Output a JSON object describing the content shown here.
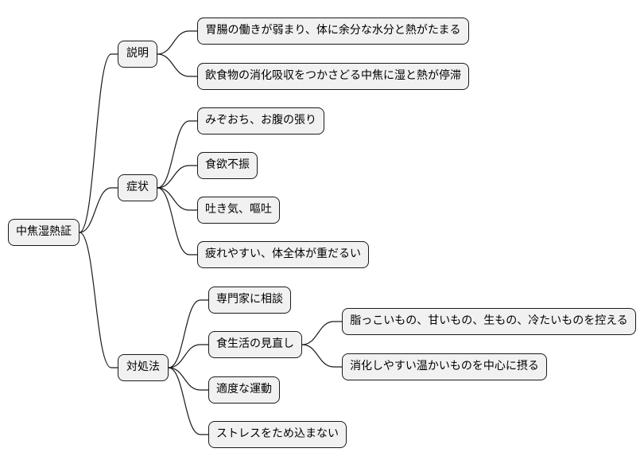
{
  "mindmap": {
    "root": "中焦湿熱証",
    "branches": [
      {
        "label": "説明",
        "children": [
          "胃腸の働きが弱まり、体に余分な水分と熱がたまる",
          "飲食物の消化吸収をつかさどる中焦に湿と熱が停滞"
        ]
      },
      {
        "label": "症状",
        "children": [
          "みぞおち、お腹の張り",
          "食欲不振",
          "吐き気、嘔吐",
          "疲れやすい、体全体が重だるい"
        ]
      },
      {
        "label": "対処法",
        "children": [
          "専門家に相談",
          "食生活の見直し",
          "適度な運動",
          "ストレスをため込まない"
        ],
        "sub": [
          "脂っこいもの、甘いもの、生もの、冷たいものを控える",
          "消化しやすい温かいものを中心に摂る"
        ]
      }
    ]
  }
}
